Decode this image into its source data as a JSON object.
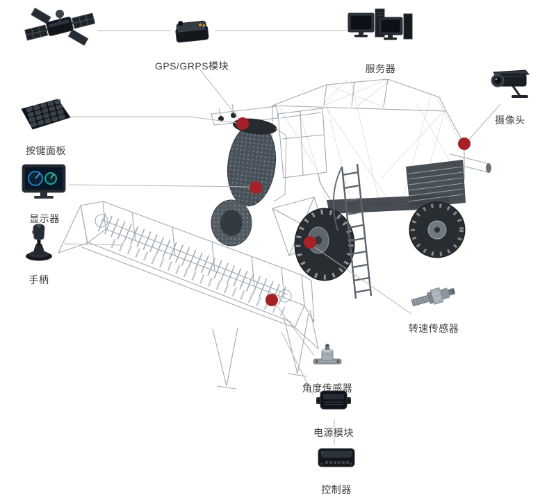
{
  "diagram": {
    "components": [
      {
        "id": "satellite",
        "label": ""
      },
      {
        "id": "gps-module",
        "label": "GPS/GRPS模块"
      },
      {
        "id": "server",
        "label": "服务器"
      },
      {
        "id": "camera",
        "label": "摄像头"
      },
      {
        "id": "keypad",
        "label": "按键面板"
      },
      {
        "id": "display",
        "label": "显示器"
      },
      {
        "id": "joystick",
        "label": "手柄"
      },
      {
        "id": "speed-sensor",
        "label": "转速传感器"
      },
      {
        "id": "angle-sensor",
        "label": "角度传感器"
      },
      {
        "id": "power-module",
        "label": "电源模块"
      },
      {
        "id": "controller",
        "label": "控制器"
      }
    ],
    "colors": {
      "marker_red": "#a62126",
      "connector_gray": "#b5b5b5",
      "wireframe_gray": "#9fa9b1",
      "label_text": "#3d3d3d"
    },
    "marker_count": 5
  }
}
